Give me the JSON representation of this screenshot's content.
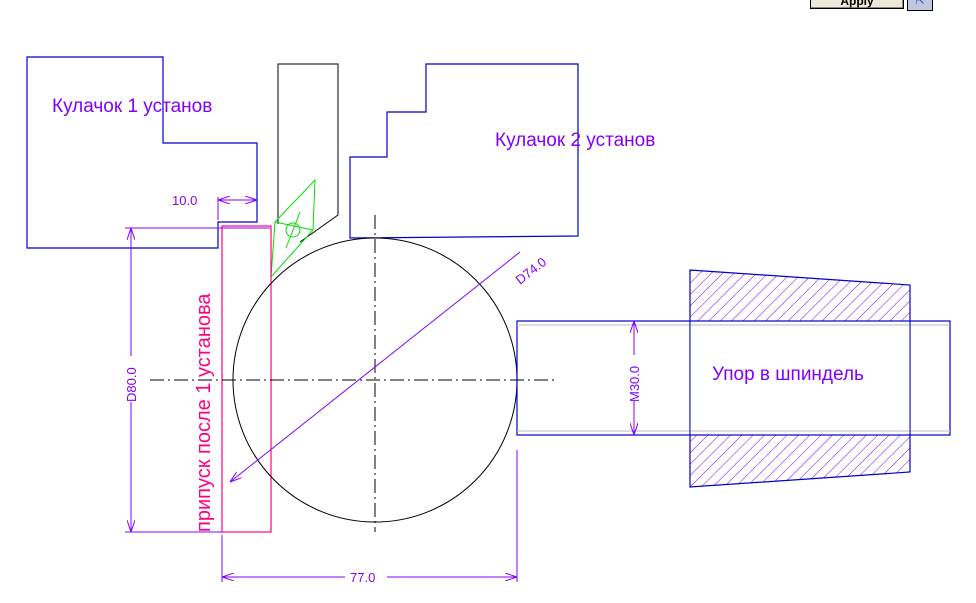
{
  "toolbar": {
    "apply_label": "Apply",
    "icon": "pick-arrow-icon"
  },
  "drawing": {
    "cam1_label": "Кулачок 1 установ",
    "cam2_label": "Кулачок 2 установ",
    "stock_label": "припуск после 1 установа",
    "stop_label": "Упор в шпиндель",
    "dim_10": "10.0",
    "dim_d74": "D74.0",
    "dim_d80": "D80.0",
    "dim_m30": "M30.0",
    "dim_77": "77.0"
  },
  "colors": {
    "blue": "#0000cc",
    "purple": "#8000ff",
    "pink": "#ff0080",
    "green": "#00e000"
  }
}
